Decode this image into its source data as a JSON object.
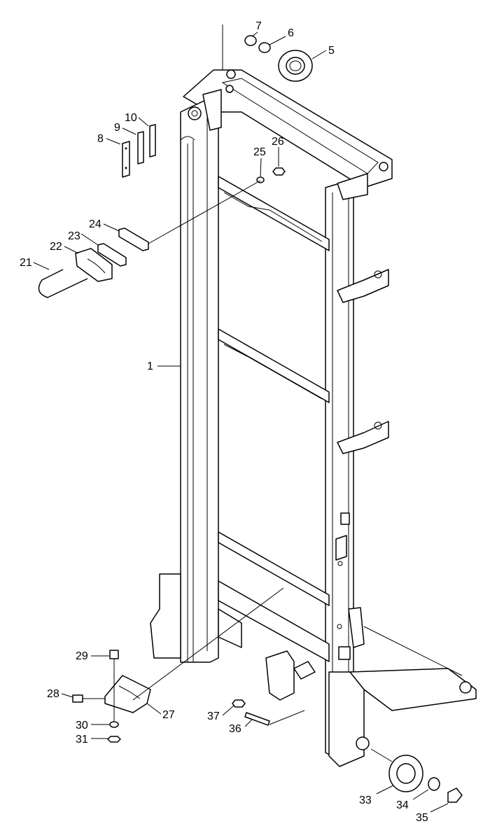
{
  "colors": {
    "line": "#000000",
    "background": "#ffffff"
  },
  "callouts": {
    "c1": "1",
    "c5": "5",
    "c6": "6",
    "c7": "7",
    "c8": "8",
    "c9": "9",
    "c10": "10",
    "c21": "21",
    "c22": "22",
    "c23": "23",
    "c24": "24",
    "c25": "25",
    "c26": "26",
    "c27": "27",
    "c28": "28",
    "c29": "29",
    "c30": "30",
    "c31": "31",
    "c33": "33",
    "c34": "34",
    "c35": "35",
    "c36": "36",
    "c37": "37"
  }
}
